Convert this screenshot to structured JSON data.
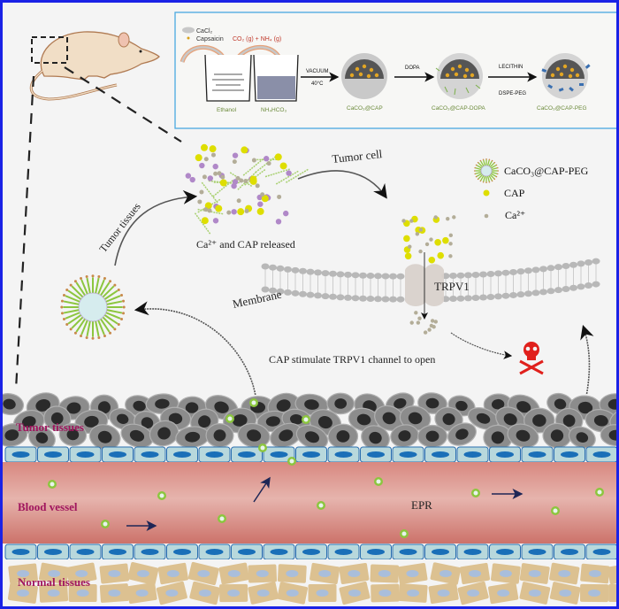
{
  "figure": {
    "frame_color": "#1a22e6",
    "background_color": "#f4f4f4"
  },
  "synthesis_panel": {
    "border_color": "#4aa8e0",
    "reagents": {
      "cacl2": "CaCl₂",
      "capsaicin": "Capsaicin",
      "gas": "CO₂ (g) + NH₄ (g)"
    },
    "beakers": [
      {
        "label": "Ethanol"
      },
      {
        "label": "NH₄HCO₃"
      }
    ],
    "steps": [
      {
        "top": "VACUUM",
        "bottom": "40°C"
      },
      {
        "top": "DOPA",
        "bottom": ""
      },
      {
        "top": "LECITHIN",
        "bottom": "DSPE-PEG"
      }
    ],
    "products": [
      {
        "label": "CaCO₃@CAP"
      },
      {
        "label": "CaCO₃@CAP-DOPA"
      },
      {
        "label": "CaCO₃@CAP-PEG"
      }
    ]
  },
  "legend": {
    "items": [
      {
        "label": "CaCO₃@CAP-PEG",
        "icon": "nanoparticle-icon"
      },
      {
        "label": "CAP",
        "icon": "yellow-dot-icon",
        "color": "#dede00"
      },
      {
        "label": "Ca²⁺",
        "icon": "grey-dot-icon",
        "color": "#b3ad98"
      }
    ]
  },
  "annotations": {
    "tumor_tissues_arc": "Tumor tissues",
    "released": "Ca²⁺ and CAP released",
    "tumor_cell": "Tumor cell",
    "membrane": "Membrane",
    "trpv1": "TRPV1",
    "stimulate": "CAP stimulate TRPV1 channel to open",
    "epr": "EPR"
  },
  "layers": {
    "tumor": {
      "label": "Tumor tissues",
      "label_color": "#a0155e"
    },
    "blood": {
      "label": "Blood vessel",
      "label_color": "#a0155e"
    },
    "normal": {
      "label": "Normal tissues",
      "label_color": "#a0155e"
    }
  },
  "colors": {
    "cap": "#dede00",
    "ca": "#b3ad98",
    "lipid_purple": "#b088c8",
    "peg_green": "#8cc63f",
    "death": "#e0201c",
    "endothelium": "#b8d8dc",
    "endo_nucleus": "#1a6fb8",
    "normal_cell": "#dcc191",
    "normal_nucleus": "#a9bedb",
    "tumor_cell": "#8c8c8c",
    "tumor_nucleus": "#2a2a2a"
  }
}
